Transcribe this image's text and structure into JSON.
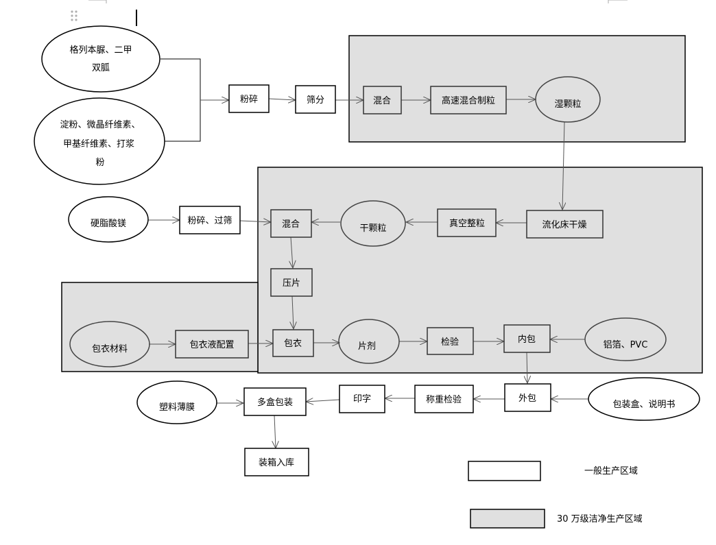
{
  "nodes": {
    "glb": [
      "格列本脲、二甲",
      "双胍"
    ],
    "excip": [
      "淀粉、微晶纤维素、",
      "甲基纤维素、打浆",
      "粉"
    ],
    "mgst": "硬脂酸镁",
    "crush": "粉碎",
    "sieve": "筛分",
    "crushsieve": "粉碎、过筛",
    "mix1": "混合",
    "hsg": "高速混合制粒",
    "wet": "湿颗粒",
    "fluid": "流化床干燥",
    "vac": "真空整粒",
    "dry": "干颗粒",
    "mix2": "混合",
    "press": "压片",
    "coatmat": "包衣材料",
    "coatprep": "包衣液配置",
    "coat": "包衣",
    "tablet": "片剂",
    "inspect": "检验",
    "inner": "内包",
    "foil": "铝箔、PVC",
    "outer": "外包",
    "box": "包装盒、说明书",
    "weigh": "称重检验",
    "print": "印字",
    "multi": "多盒包装",
    "film": "塑料薄膜",
    "store": "装箱入库"
  },
  "legend": {
    "general": "一般生产区域",
    "clean": "30 万级洁净生产区域"
  },
  "colors": {
    "clean_fill": "#e0e0e0",
    "stroke": "#000000",
    "arrow": "#555555"
  }
}
